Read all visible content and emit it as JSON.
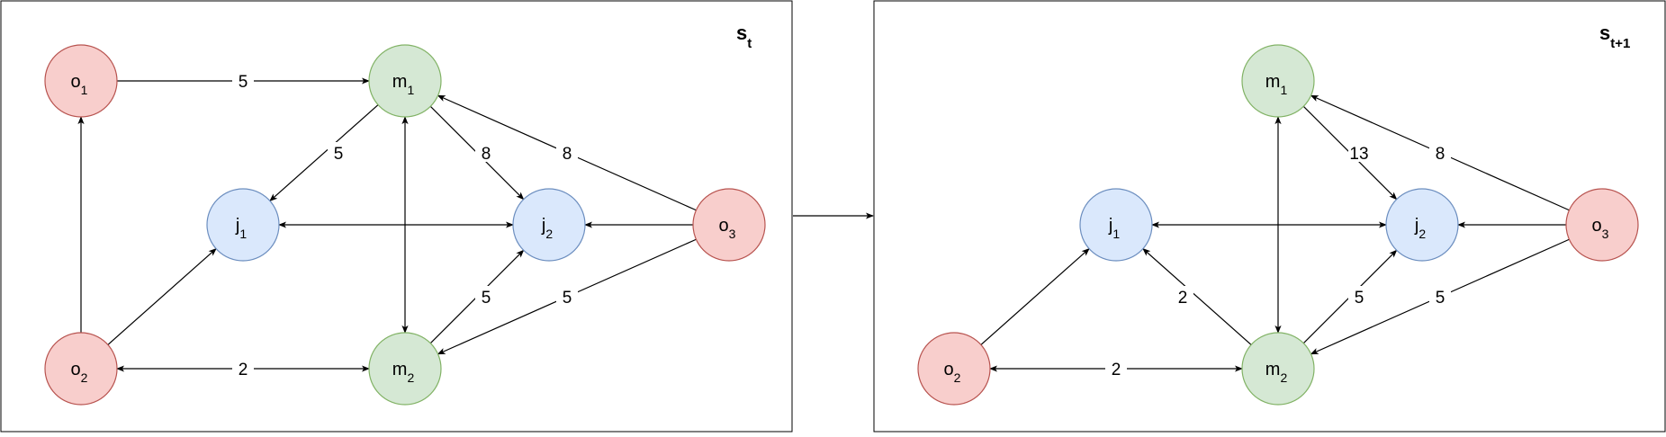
{
  "colors": {
    "origin_fill": "#f8cecc",
    "origin_stroke": "#b85450",
    "machine_fill": "#d5e8d4",
    "machine_stroke": "#82b366",
    "job_fill": "#dae8fc",
    "job_stroke": "#6c8ebf",
    "line": "#000000"
  },
  "panels": [
    {
      "title": "s",
      "title_sub": "t",
      "nodes": [
        {
          "id": "o1",
          "base": "o",
          "sub": "1",
          "kind": "origin"
        },
        {
          "id": "m1",
          "base": "m",
          "sub": "1",
          "kind": "machine"
        },
        {
          "id": "j1",
          "base": "j",
          "sub": "1",
          "kind": "job"
        },
        {
          "id": "j2",
          "base": "j",
          "sub": "2",
          "kind": "job"
        },
        {
          "id": "o3",
          "base": "o",
          "sub": "3",
          "kind": "origin"
        },
        {
          "id": "o2",
          "base": "o",
          "sub": "2",
          "kind": "origin"
        },
        {
          "id": "m2",
          "base": "m",
          "sub": "2",
          "kind": "machine"
        }
      ],
      "edges": [
        {
          "from": "o1",
          "to": "m1",
          "label": "5",
          "dir": "forward"
        },
        {
          "from": "m1",
          "to": "j1",
          "label": "5",
          "dir": "forward"
        },
        {
          "from": "m1",
          "to": "j2",
          "label": "8",
          "dir": "forward"
        },
        {
          "from": "o3",
          "to": "m1",
          "label": "8",
          "dir": "forward"
        },
        {
          "from": "m1",
          "to": "m2",
          "label": "",
          "dir": "both"
        },
        {
          "from": "j1",
          "to": "j2",
          "label": "",
          "dir": "both"
        },
        {
          "from": "o3",
          "to": "j2",
          "label": "",
          "dir": "forward"
        },
        {
          "from": "o2",
          "to": "o1",
          "label": "",
          "dir": "forward"
        },
        {
          "from": "o2",
          "to": "j1",
          "label": "",
          "dir": "forward"
        },
        {
          "from": "o2",
          "to": "m2",
          "label": "2",
          "dir": "both"
        },
        {
          "from": "m2",
          "to": "j2",
          "label": "5",
          "dir": "forward"
        },
        {
          "from": "o3",
          "to": "m2",
          "label": "5",
          "dir": "forward"
        }
      ]
    },
    {
      "title": "s",
      "title_sub": "t+1",
      "nodes": [
        {
          "id": "m1",
          "base": "m",
          "sub": "1",
          "kind": "machine"
        },
        {
          "id": "j1",
          "base": "j",
          "sub": "1",
          "kind": "job"
        },
        {
          "id": "j2",
          "base": "j",
          "sub": "2",
          "kind": "job"
        },
        {
          "id": "o3",
          "base": "o",
          "sub": "3",
          "kind": "origin"
        },
        {
          "id": "o2",
          "base": "o",
          "sub": "2",
          "kind": "origin"
        },
        {
          "id": "m2",
          "base": "m",
          "sub": "2",
          "kind": "machine"
        }
      ],
      "edges": [
        {
          "from": "m1",
          "to": "j2",
          "label": "13",
          "dir": "forward"
        },
        {
          "from": "o3",
          "to": "m1",
          "label": "8",
          "dir": "forward"
        },
        {
          "from": "m1",
          "to": "m2",
          "label": "",
          "dir": "both"
        },
        {
          "from": "j1",
          "to": "j2",
          "label": "",
          "dir": "both"
        },
        {
          "from": "o3",
          "to": "j2",
          "label": "",
          "dir": "forward"
        },
        {
          "from": "o2",
          "to": "j1",
          "label": "",
          "dir": "forward"
        },
        {
          "from": "o2",
          "to": "m2",
          "label": "2",
          "dir": "both"
        },
        {
          "from": "m2",
          "to": "j1",
          "label": "2",
          "dir": "forward"
        },
        {
          "from": "m2",
          "to": "j2",
          "label": "5",
          "dir": "forward"
        },
        {
          "from": "o3",
          "to": "m2",
          "label": "5",
          "dir": "forward"
        }
      ]
    }
  ],
  "transition": {
    "from_panel": 0,
    "to_panel": 1
  }
}
